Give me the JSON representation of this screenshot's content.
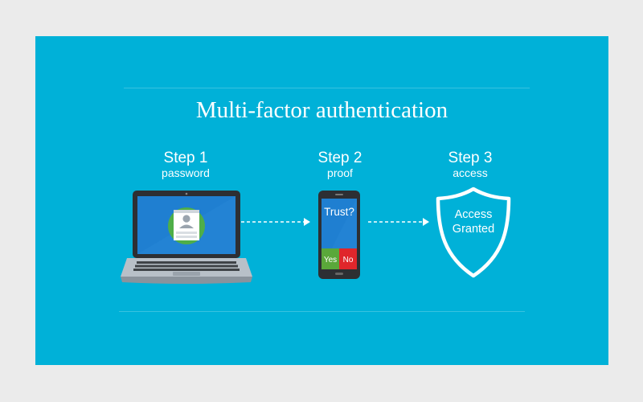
{
  "title": "Multi-factor authentication",
  "steps": [
    {
      "label": "Step 1",
      "sub": "password"
    },
    {
      "label": "Step 2",
      "sub": "proof"
    },
    {
      "label": "Step 3",
      "sub": "access"
    }
  ],
  "phone": {
    "prompt": "Trust?",
    "yes_label": "Yes",
    "no_label": "No"
  },
  "shield": {
    "line1": "Access",
    "line2": "Granted"
  },
  "colors": {
    "background": "#00b1d8",
    "yes": "#5aa83a",
    "no": "#e0262b",
    "screen": "#1f7fd1"
  }
}
